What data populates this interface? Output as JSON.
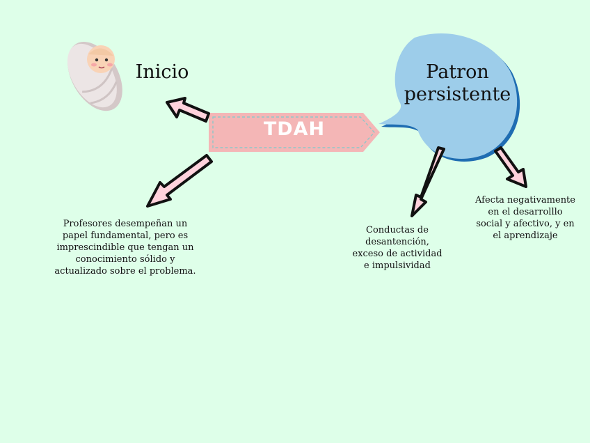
{
  "central_node": {
    "label": "TDAH"
  },
  "nodes": {
    "inicio": {
      "title": "Inicio",
      "icon": "baby-icon"
    },
    "patron": {
      "title_line1": "Patron",
      "title_line2": "persistente",
      "shape": "speech-bubble"
    }
  },
  "texts": {
    "profesores": [
      "Profesores desempeñan un",
      "papel fundamental, pero es",
      "imprescindible que tengan un",
      "conocimiento sólido y",
      "actualizado sobre el problema."
    ],
    "conductas": [
      "Conductas de",
      "desantención,",
      "exceso de actividad",
      "e impulsividad"
    ],
    "afecta": [
      "Afecta negativamente",
      "en el desarrolllo",
      "social y afectivo, y en",
      "el aprendizaje"
    ]
  },
  "colors": {
    "background": "#deffe9",
    "central_fill": "#f4b6b6",
    "bubble_fill": "#9dcdea",
    "bubble_shadow": "#1f6db2",
    "arrow_fill": "#ffd2dc",
    "arrow_outline": "#111111"
  }
}
